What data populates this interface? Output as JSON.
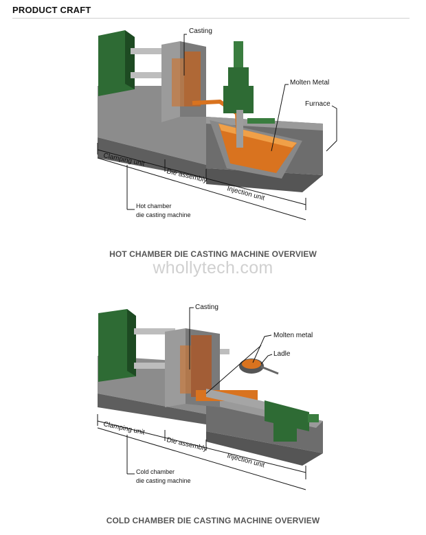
{
  "header": {
    "title": "PRODUCT CRAFT"
  },
  "hot": {
    "labels": {
      "casting": "Casting",
      "molten_metal": "Molten Metal",
      "furnace": "Furnace",
      "clamping_unit": "Clamping unit",
      "die_assembly": "Die assembly",
      "injection_unit": "Injection unit",
      "machine_line1": "Hot chamber",
      "machine_line2": "die casting machine"
    },
    "caption": "HOT CHAMBER DIE CASTING MACHINE OVERVIEW"
  },
  "watermark": "whollytech.com",
  "cold": {
    "labels": {
      "casting": "Casting",
      "molten_metal": "Molten metal",
      "ladle": "Ladle",
      "clamping_unit": "Clamping unit",
      "die_assembly": "Die assembly",
      "injection_unit": "Injection unit",
      "machine_line1": "Cold chamber",
      "machine_line2": "die casting machine"
    },
    "caption": "COLD CHAMBER DIE CASTING MACHINE OVERVIEW"
  },
  "colors": {
    "machine_green": "#2e6b34",
    "steel_gray": "#8a8a8a",
    "base_gray": "#6e6e6e",
    "molten_orange": "#d9731f"
  }
}
